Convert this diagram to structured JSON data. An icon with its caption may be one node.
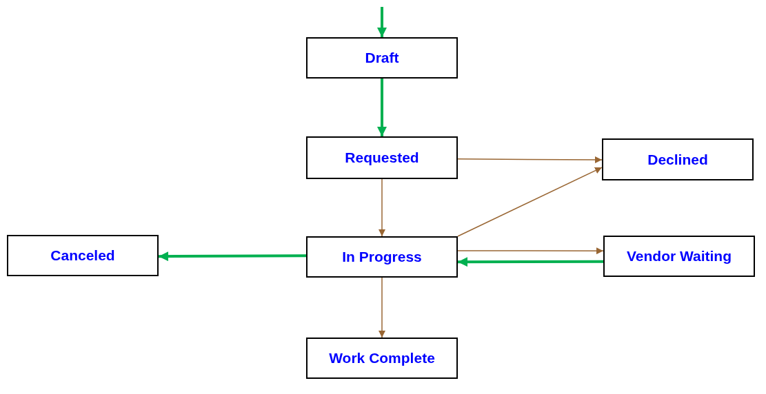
{
  "diagram": {
    "nodes": [
      {
        "text": [
          "Draft"
        ]
      },
      {
        "text": [
          "Requested"
        ]
      },
      {
        "text": [
          "Declined"
        ]
      },
      {
        "text": [
          "Canceled"
        ]
      },
      {
        "text": [
          "In Progress"
        ]
      },
      {
        "text": [
          "Vendor Waiting"
        ]
      },
      {
        "text": [
          "Work Complete"
        ]
      }
    ],
    "edges": [
      {
        "from": null,
        "to": 0,
        "arrow": "to",
        "style": "thick",
        "color": "#00b050"
      },
      {
        "from": 0,
        "to": 1,
        "arrow": "to",
        "style": "thick",
        "color": "#00b050"
      },
      {
        "from": 1,
        "to": 2,
        "arrow": "to"
      },
      {
        "from": 1,
        "to": 4,
        "arrow": "to"
      },
      {
        "from": 4,
        "to": 2,
        "arrow": "to"
      },
      {
        "from": 4,
        "to": 3,
        "arrow": "to",
        "style": "thick",
        "color": "#00b050"
      },
      {
        "from": 4,
        "to": 5,
        "arrow": "to"
      },
      {
        "from": 5,
        "to": 4,
        "arrow": "to",
        "style": "thick",
        "color": "#00b050"
      },
      {
        "from": 4,
        "to": 6,
        "arrow": "to"
      }
    ]
  }
}
